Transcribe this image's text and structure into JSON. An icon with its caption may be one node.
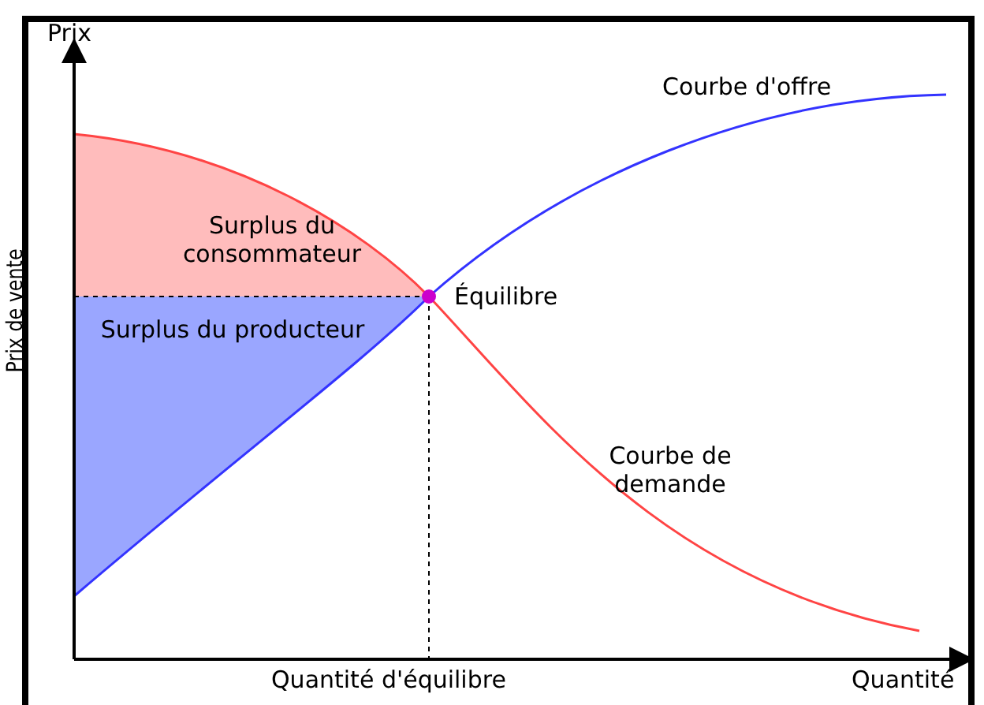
{
  "diagram": {
    "labels": [
      "Prix",
      "Courbe d'offre",
      "Surplus du consommateur",
      "Prix de vente",
      "Équilibre",
      "Surplus du producteur",
      "Courbe de demande",
      "Quantité d'équilibre",
      "Quantité"
    ]
  }
}
